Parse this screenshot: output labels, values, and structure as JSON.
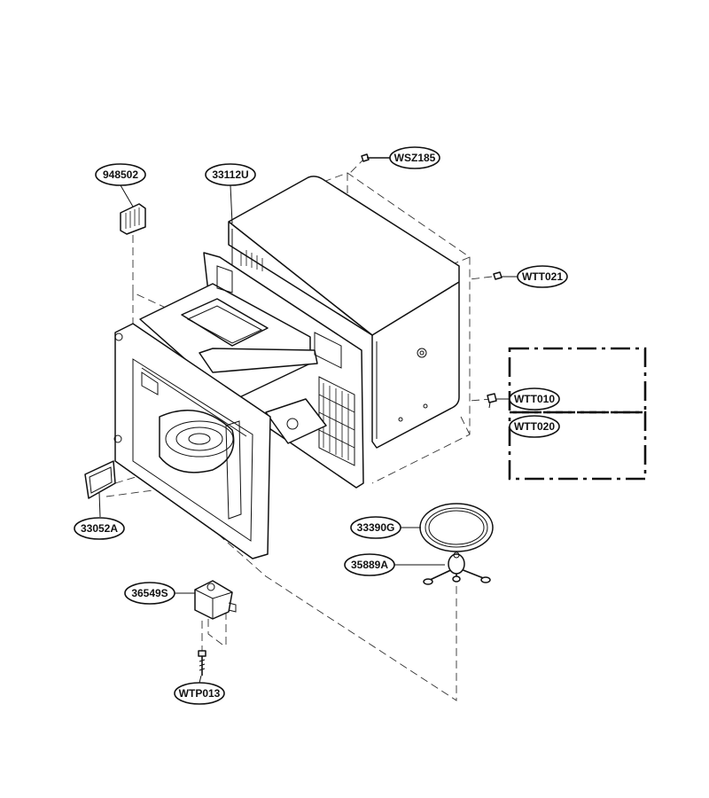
{
  "parts": {
    "p948502": "948502",
    "p33112U": "33112U",
    "pWSZ185": "WSZ185",
    "pWTT021": "WTT021",
    "pWTT010": "WTT010",
    "pWTT020": "WTT020",
    "p33052A": "33052A",
    "p33390G": "33390G",
    "p35889A": "35889A",
    "p36549S": "36549S",
    "pWTP013": "WTP013"
  }
}
